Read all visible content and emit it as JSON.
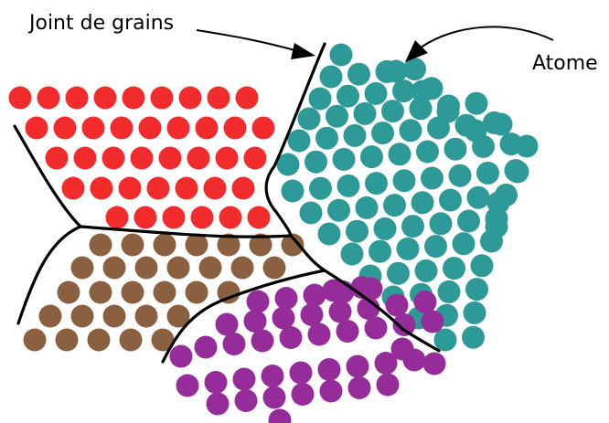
{
  "labels": {
    "grain_boundary": "Joint de grains",
    "atom": "Atome"
  },
  "grains": [
    {
      "name": "red-grain",
      "color": "#f22c2c"
    },
    {
      "name": "teal-grain",
      "color": "#2e9a98"
    },
    {
      "name": "brown-grain",
      "color": "#8a6040"
    },
    {
      "name": "purple-grain",
      "color": "#952c9a"
    }
  ]
}
